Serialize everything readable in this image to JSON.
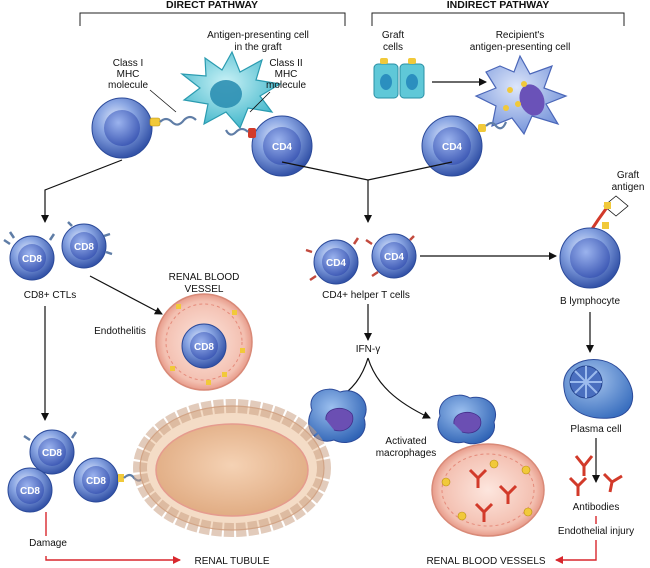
{
  "headers": {
    "direct": "DIRECT PATHWAY",
    "indirect": "INDIRECT PATHWAY"
  },
  "labels": {
    "apc_graft_line1": "Antigen-presenting cell",
    "apc_graft_line2": "in the graft",
    "class1_line1": "Class I",
    "class1_line2": "MHC",
    "class1_line3": "molecule",
    "class2_line1": "Class II",
    "class2_line2": "MHC",
    "class2_line3": "molecule",
    "graft_cells_line1": "Graft",
    "graft_cells_line2": "cells",
    "recipient_apc_line1": "Recipient's",
    "recipient_apc_line2": "antigen-presenting cell",
    "graft_antigen_line1": "Graft",
    "graft_antigen_line2": "antigen",
    "cd8_ctls": "CD8+ CTLs",
    "cd4_helper": "CD4+ helper T cells",
    "b_lymphocyte": "B lymphocyte",
    "renal_blood_vessel_line1": "RENAL BLOOD",
    "renal_blood_vessel_line2": "VESSEL",
    "endothelitis": "Endothelitis",
    "ifn_gamma": "IFN-γ",
    "plasma_cell": "Plasma cell",
    "activated_macrophages_line1": "Activated",
    "activated_macrophages_line2": "macrophages",
    "antibodies": "Antibodies",
    "damage": "Damage",
    "endothelial_injury": "Endothelial injury",
    "renal_tubule": "RENAL TUBULE",
    "renal_blood_vessels": "RENAL BLOOD VESSELS"
  },
  "cell_labels": {
    "cd4": "CD4",
    "cd8": "CD8"
  },
  "colors": {
    "t_cell": "#4a6fc4",
    "t_cell_light": "#9fb8ea",
    "apc": "#4fc3d4",
    "macrophage": "#3f74c2",
    "vessel_pink": "#f4c4b8",
    "tubule_tan": "#e8c8a8",
    "antibody_red": "#d23a2a",
    "arrow_red": "#d8272d",
    "yellow": "#f1c93a"
  }
}
